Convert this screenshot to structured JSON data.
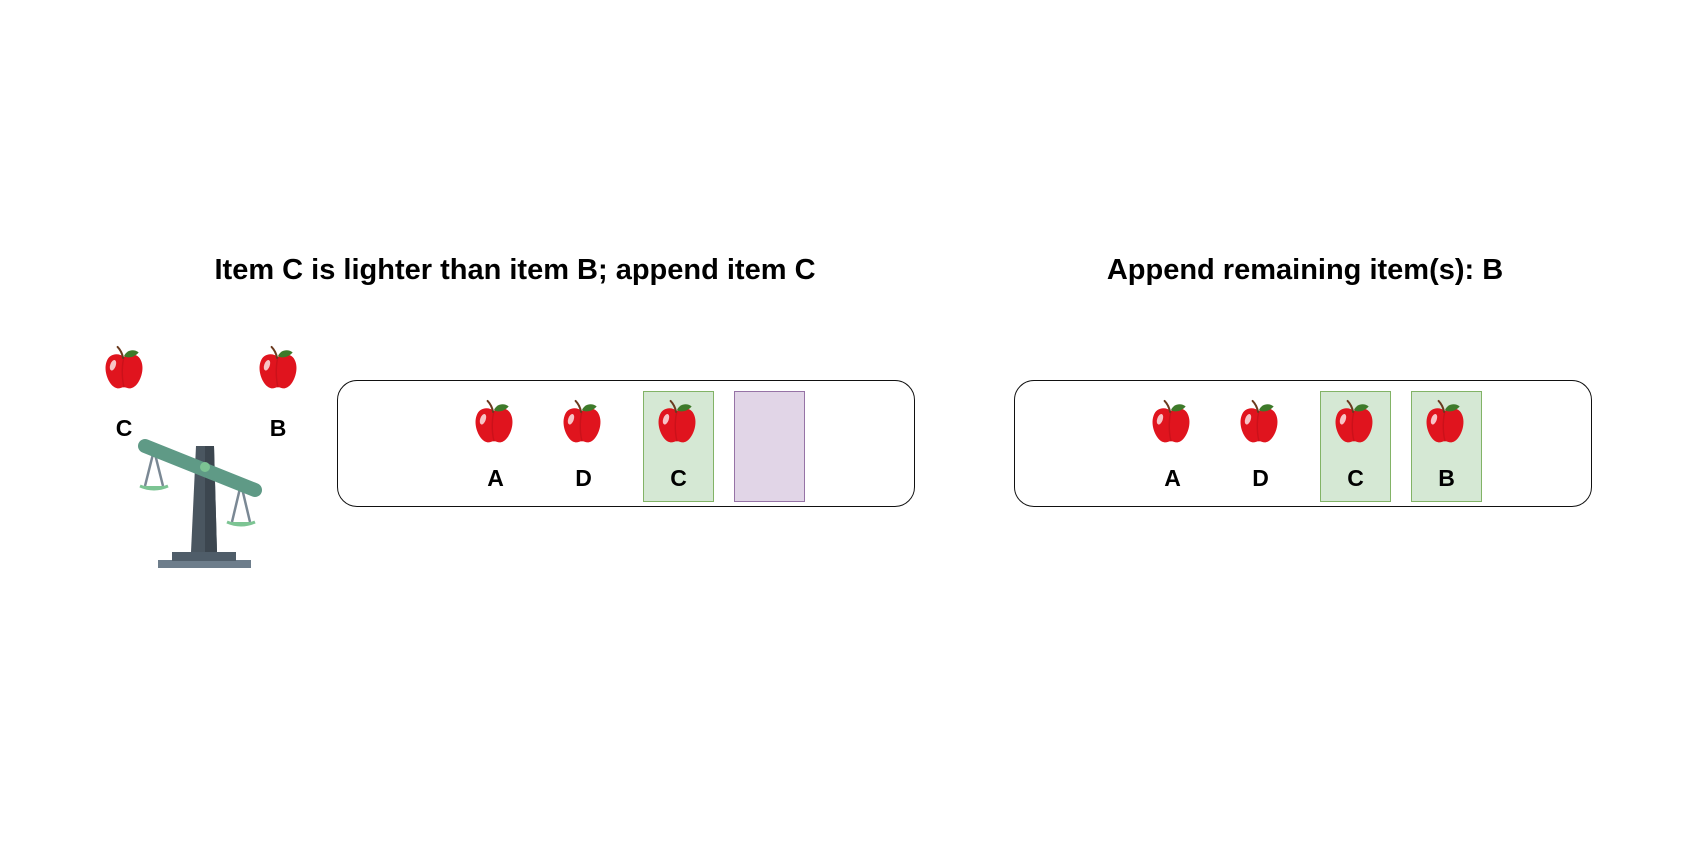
{
  "steps": [
    {
      "title": "Item C is lighter than item B; append item C",
      "comparison": {
        "left": "C",
        "right": "B"
      },
      "slots": [
        {
          "label": "A",
          "state": "placed"
        },
        {
          "label": "D",
          "state": "placed"
        },
        {
          "label": "C",
          "state": "appended"
        },
        {
          "label": "",
          "state": "pending"
        }
      ]
    },
    {
      "title": "Append remaining item(s): B",
      "slots": [
        {
          "label": "A",
          "state": "placed"
        },
        {
          "label": "D",
          "state": "placed"
        },
        {
          "label": "C",
          "state": "appended"
        },
        {
          "label": "B",
          "state": "appended"
        }
      ]
    }
  ],
  "colors": {
    "appended_fill": "#d5e8d4",
    "appended_border": "#82b366",
    "pending_fill": "#e1d5e7",
    "pending_border": "#9673a6",
    "apple": "#e0141e",
    "leaf": "#3e7a2a",
    "scale_beam": "#5f9a86",
    "scale_post": "#4a5660"
  },
  "icons": [
    "apple-icon",
    "balance-scale-icon"
  ]
}
